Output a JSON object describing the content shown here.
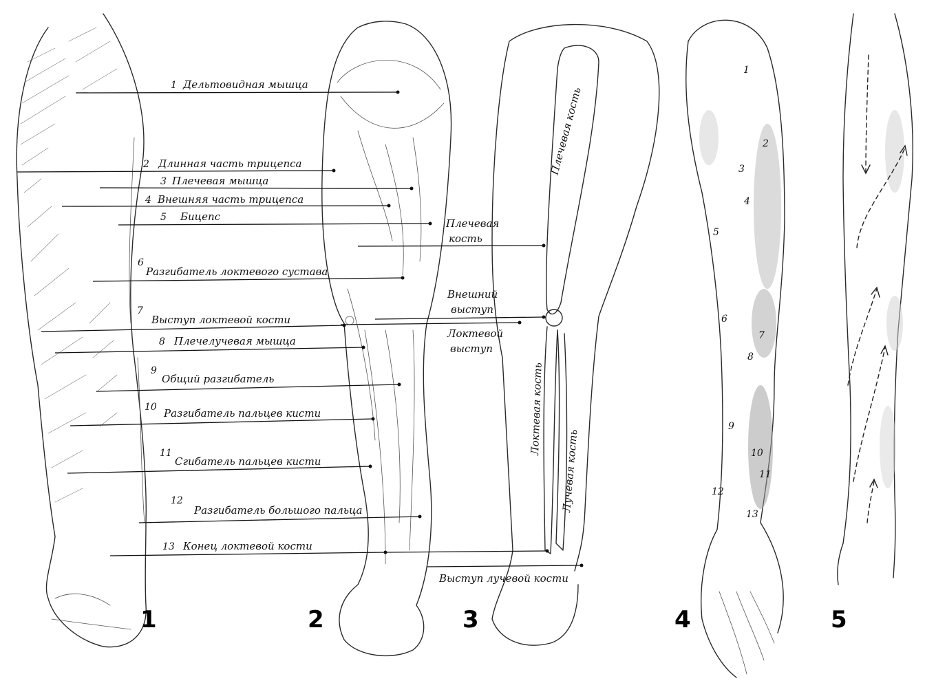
{
  "figures": {
    "fig1": "1",
    "fig2": "2",
    "fig3": "3",
    "fig4": "4",
    "fig5": "5"
  },
  "muscles": [
    {
      "num": "1",
      "name": "Дельтовидная мышца"
    },
    {
      "num": "2",
      "name": "Длинная часть трицепса"
    },
    {
      "num": "3",
      "name": "Плечевая мышца"
    },
    {
      "num": "4",
      "name": "Внешняя часть трицепса"
    },
    {
      "num": "5",
      "name": "Бицепс"
    },
    {
      "num": "6",
      "name": "Разгибатель локтевого сустава"
    },
    {
      "num": "7",
      "name": "Выступ локтевой кости"
    },
    {
      "num": "8",
      "name": "Плечелучевая мышца"
    },
    {
      "num": "9",
      "name": "Общий разгибатель"
    },
    {
      "num": "10",
      "name": "Разгибатель пальцев кисти"
    },
    {
      "num": "11",
      "name": "Сгибатель пальцев кисти"
    },
    {
      "num": "12",
      "name": "Разгибатель большого пальца"
    },
    {
      "num": "13",
      "name": "Конец локтевой кости"
    }
  ],
  "bones": {
    "humerus_vertical": "Плечевая кость",
    "humerus_line1": "Плечевая",
    "humerus_line2": "кость",
    "lateral_epicondyle_line1": "Внешний",
    "lateral_epicondyle_line2": "выступ",
    "olecranon_line1": "Локтевой",
    "olecranon_line2": "выступ",
    "ulna": "Локтевая кость",
    "radius": "Лучевая кость",
    "radial_styloid": "Выступ лучевой кости"
  },
  "fig4_numbers": [
    "1",
    "2",
    "3",
    "4",
    "5",
    "6",
    "7",
    "8",
    "9",
    "10",
    "11",
    "12",
    "13"
  ]
}
